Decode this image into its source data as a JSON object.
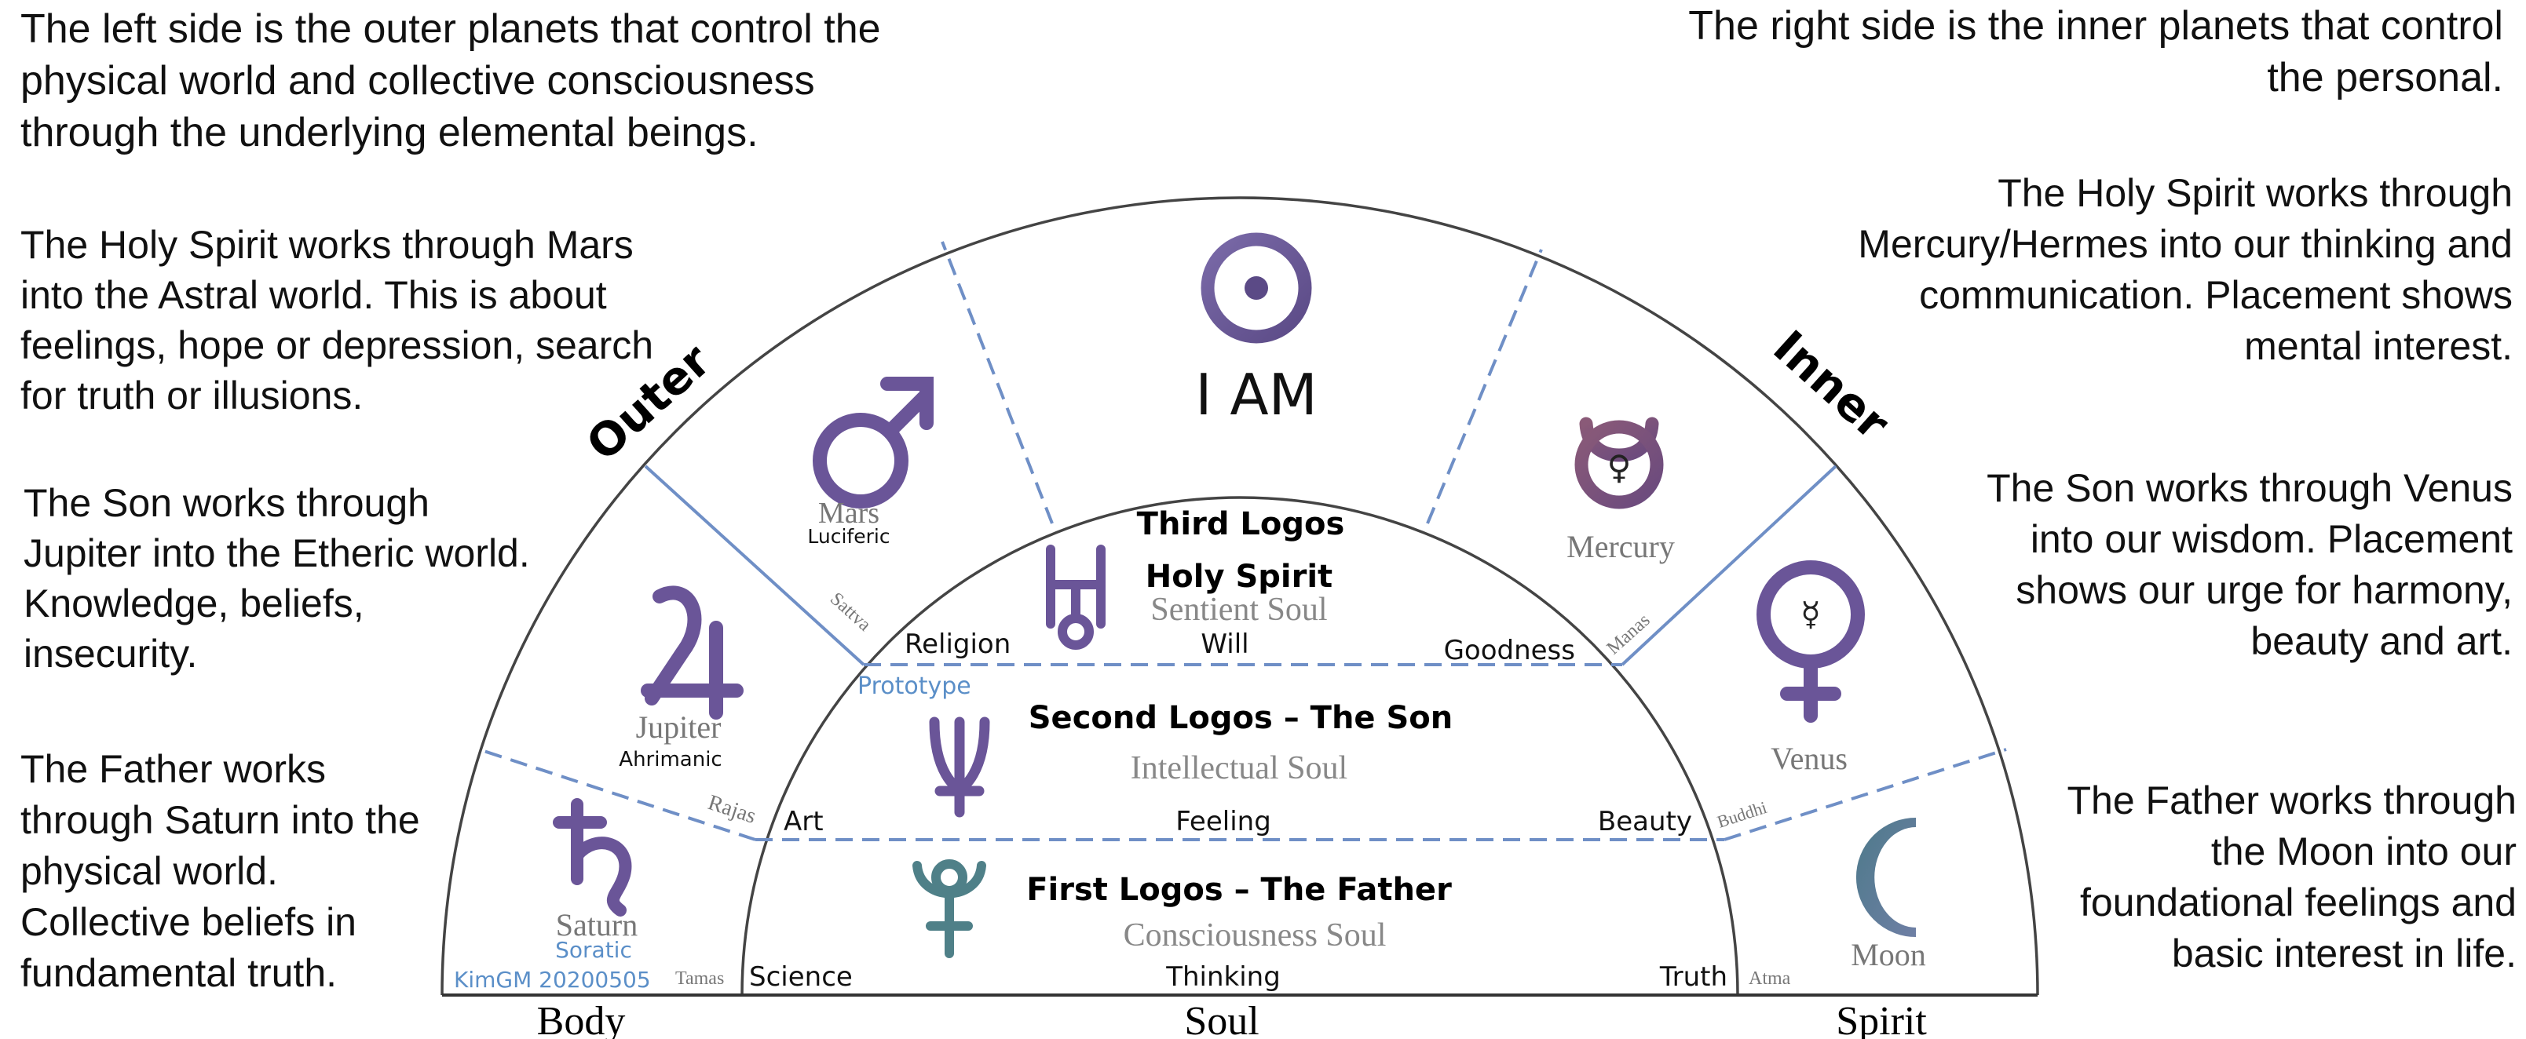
{
  "left_text": {
    "intro": [
      "The left side is the outer planets that control the",
      "physical world and collective consciousness",
      "through the underlying elemental beings."
    ],
    "mars": [
      "The Holy Spirit works through Mars",
      "into the Astral world. This is about",
      "feelings, hope or depression, search",
      "for truth or illusions."
    ],
    "jupiter": [
      "The Son works through",
      "Jupiter into the Etheric world.",
      "Knowledge, beliefs,",
      "insecurity."
    ],
    "saturn": [
      "The Father works",
      "through Saturn into the",
      "physical world.",
      "Collective beliefs in",
      "fundamental truth."
    ]
  },
  "right_text": {
    "intro": [
      "The right side is the inner planets that control",
      "the personal."
    ],
    "mercury": [
      "The Holy Spirit works through",
      "Mercury/Hermes into our thinking and",
      "communication. Placement shows",
      "mental interest."
    ],
    "venus": [
      "The Son works through Venus",
      "into our wisdom. Placement",
      "shows our urge for harmony,",
      "beauty and art."
    ],
    "moon": [
      "The Father works through",
      "the Moon into our",
      "foundational feelings and",
      "basic interest in life."
    ]
  },
  "diagram": {
    "outer_label": "Outer",
    "inner_label": "Inner",
    "i_am": "I AM",
    "planets": {
      "mars": {
        "name": "Mars",
        "sub": "Luciferic"
      },
      "jupiter": {
        "name": "Jupiter",
        "sub": "Ahrimanic"
      },
      "saturn": {
        "name": "Saturn",
        "sub": "Soratic"
      },
      "mercury": {
        "name": "Mercury"
      },
      "venus": {
        "name": "Venus"
      },
      "moon": {
        "name": "Moon"
      }
    },
    "logos": {
      "third": "Third Logos",
      "holy_spirit": "Holy Spirit",
      "sentient_soul": "Sentient Soul",
      "second": "Second Logos – The Son",
      "intellectual_soul": "Intellectual Soul",
      "first": "First Logos – The Father",
      "consciousness_soul": "Consciousness Soul"
    },
    "qualities": {
      "religion": "Religion",
      "will": "Will",
      "goodness": "Goodness",
      "art": "Art",
      "feeling": "Feeling",
      "beauty": "Beauty",
      "science": "Science",
      "thinking": "Thinking",
      "truth": "Truth"
    },
    "gunas": {
      "sattva": "Sattva",
      "rajas": "Rajas",
      "tamas": "Tamas",
      "manas": "Manas",
      "buddhi": "Buddhi",
      "atma": "Atma"
    },
    "prototype": "Prototype",
    "credit": "KimGM 20200505",
    "bottom": {
      "body": "Body",
      "soul": "Soul",
      "spirit": "Spirit"
    }
  },
  "colors": {
    "planet_purple": "#6a5598",
    "mercury_brown": "#7a5070",
    "moon_teal": "#55758a",
    "pluto_teal": "#4f8088",
    "divider_blue": "#6f8fc6",
    "label_blue": "#5b8fc8"
  },
  "icons": [
    "sun-icon",
    "mars-icon",
    "jupiter-icon",
    "saturn-icon",
    "mercury-icon",
    "venus-icon",
    "moon-icon",
    "uranus-icon",
    "neptune-icon",
    "pluto-icon"
  ]
}
